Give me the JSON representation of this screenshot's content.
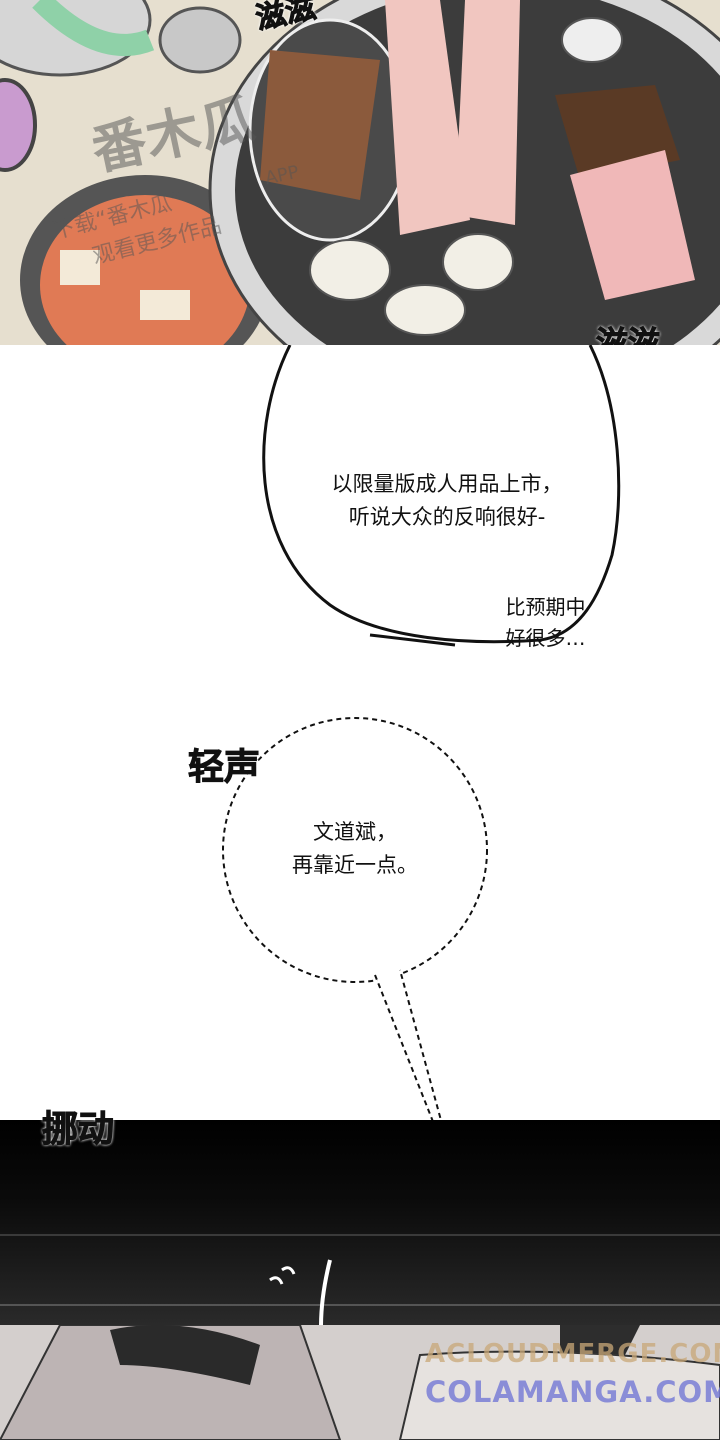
{
  "panels": {
    "top": {
      "sfx_top": "滋滋",
      "sfx_bottom": "滋滋",
      "watermark": {
        "logo_text": "番木瓜",
        "app_label": "APP",
        "line1": "下载“番木瓜”",
        "line2": "观看更多作品"
      }
    },
    "middle": {
      "bubble1": {
        "line1": "以限量版成人用品上市，",
        "line2": "听说大众的反响很好-",
        "aside_line1": "比预期中",
        "aside_line2": "好很多…"
      },
      "sfx_whisper": "轻声",
      "bubble2": {
        "line1": "文道斌，",
        "line2": "再靠近一点。"
      },
      "sfx_move": "挪动"
    },
    "bottom": {
      "watermark1": "ACLOUDMERGE.COM",
      "watermark2": "COLAMANGA.COM",
      "watermark1_color": "#c9a878",
      "watermark2_color": "#7b7fd6"
    }
  }
}
